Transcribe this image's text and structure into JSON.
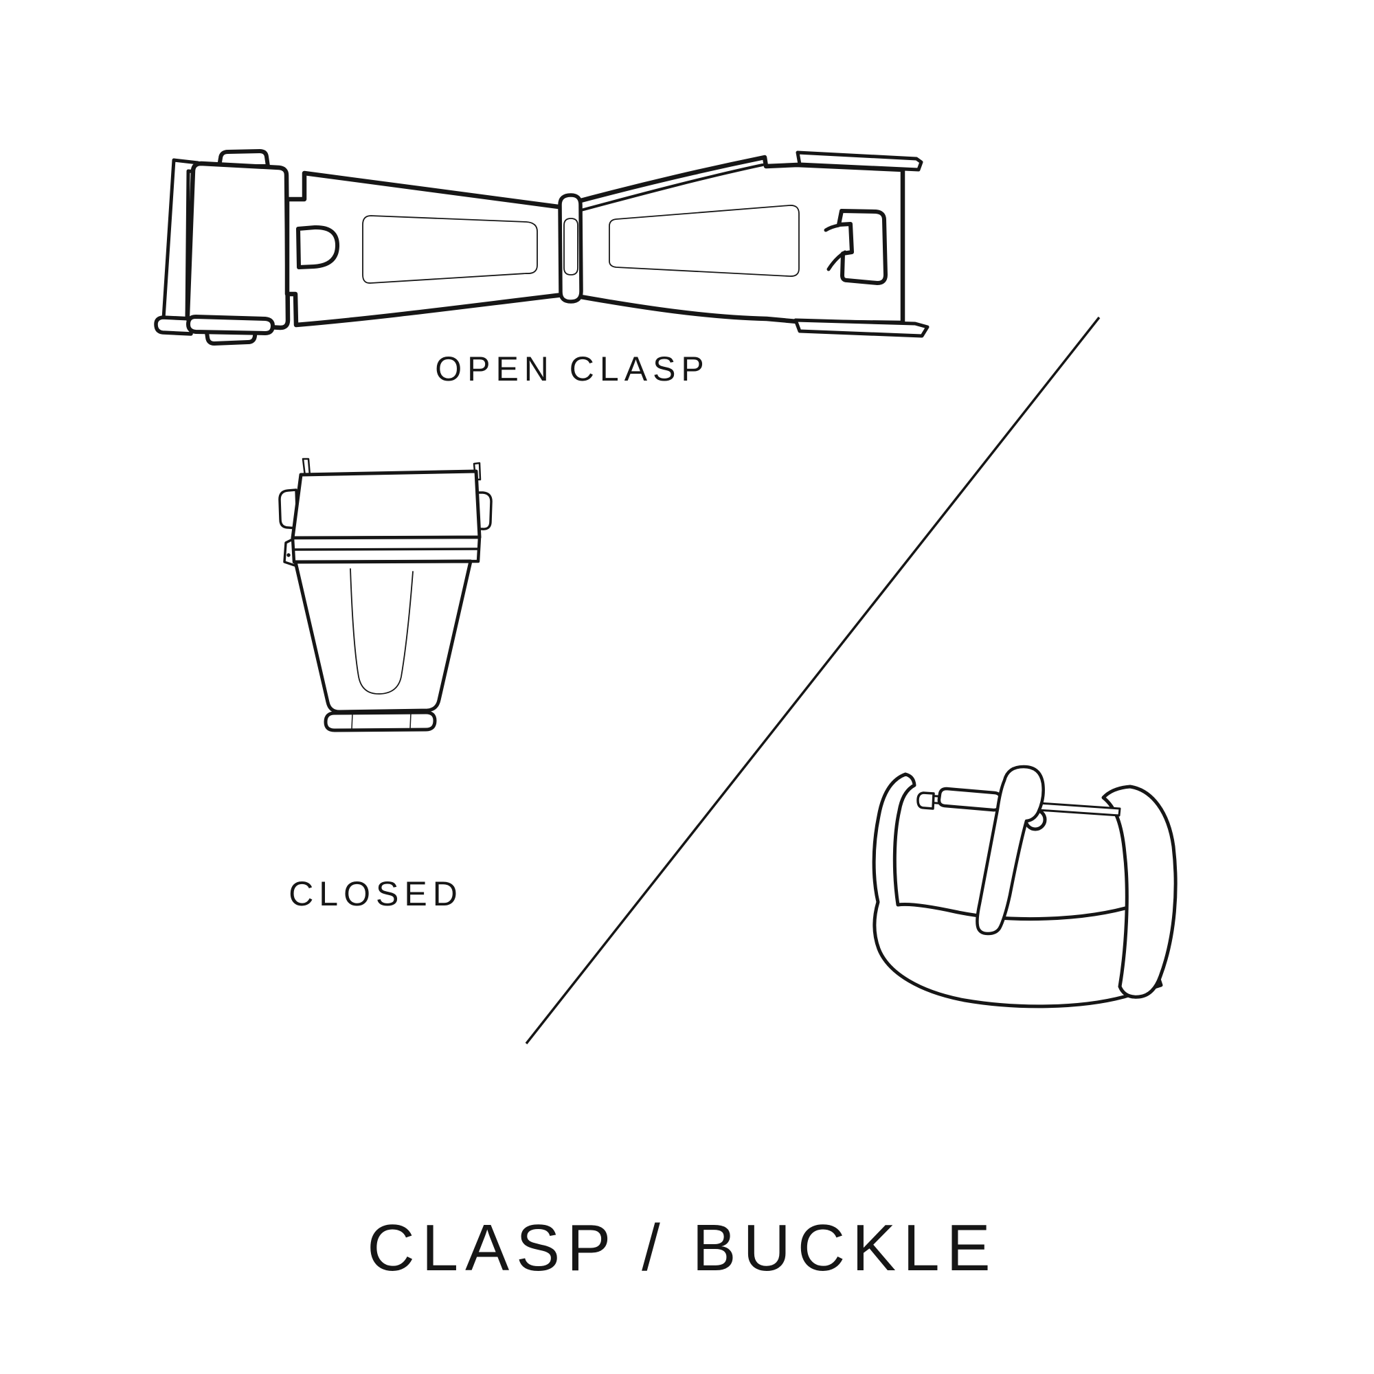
{
  "page": {
    "background": "#ffffff",
    "ink": "#161616"
  },
  "figures": {
    "open_clasp": {
      "label": "OPEN CLASP",
      "icon": "open-clasp-drawing"
    },
    "closed_clasp": {
      "label": "CLOSED",
      "icon": "closed-clasp-drawing"
    },
    "buckle": {
      "icon": "tang-buckle-drawing"
    }
  },
  "divider": {
    "type": "diagonal-line"
  },
  "title": {
    "text": "CLASP / BUCKLE"
  }
}
